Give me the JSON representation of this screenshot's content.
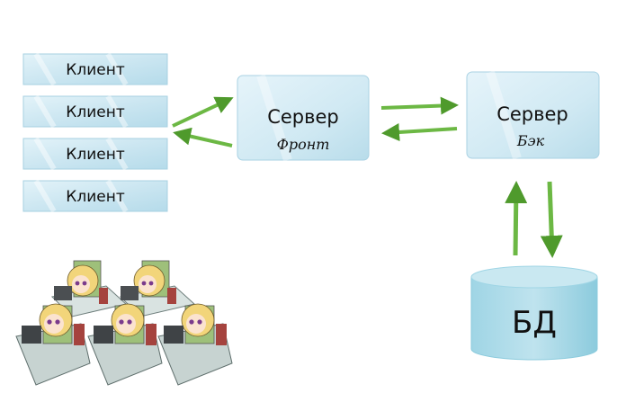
{
  "clients": [
    {
      "label": "Клиент"
    },
    {
      "label": "Клиент"
    },
    {
      "label": "Клиент"
    },
    {
      "label": "Клиент"
    }
  ],
  "front_server": {
    "title": "Сервер",
    "subtitle": "Фронт"
  },
  "back_server": {
    "title": "Сервер",
    "subtitle": "Бэк"
  },
  "database": {
    "label": "БД"
  },
  "colors": {
    "box_fill": "#cde7f2",
    "box_stroke": "#a9d2e3",
    "db_fill": "#7fc7dc",
    "db_top": "#b6e0ec",
    "arrow": "#5fae3c",
    "arrow_dark": "#3f8a22"
  }
}
